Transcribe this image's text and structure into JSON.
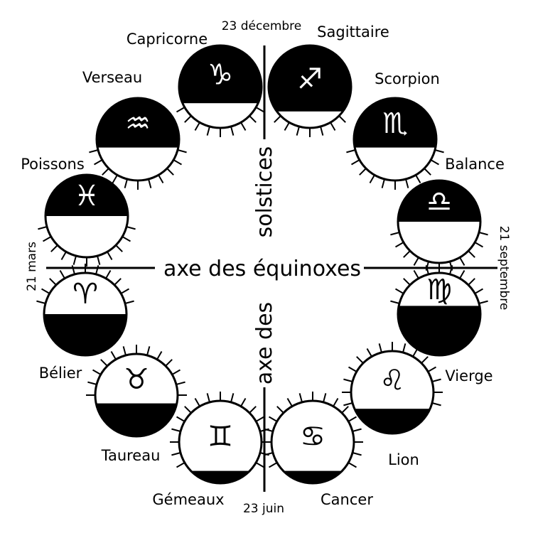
{
  "axes": {
    "equinox_label": "axe des équinoxes",
    "solstice_upper": "solstices",
    "solstice_lower": "axe des"
  },
  "dates": {
    "december": "23 décembre",
    "june": "23 juin",
    "march": "21 mars",
    "september": "21 septembre"
  },
  "signs": [
    {
      "name": "Capricorne",
      "symbol": "♑",
      "dark_fraction": 0.7,
      "top_dark": true
    },
    {
      "name": "Sagittaire",
      "symbol": "♐",
      "dark_fraction": 0.8,
      "top_dark": true
    },
    {
      "name": "Scorpion",
      "symbol": "♏",
      "dark_fraction": 0.6,
      "top_dark": true
    },
    {
      "name": "Balance",
      "symbol": "♎",
      "dark_fraction": 0.5,
      "top_dark": true
    },
    {
      "name": "Vierge",
      "symbol": "♍",
      "dark_fraction": 0.6,
      "top_dark": false
    },
    {
      "name": "Lion",
      "symbol": "♌",
      "dark_fraction": 0.3,
      "top_dark": false
    },
    {
      "name": "Cancer",
      "symbol": "♋",
      "dark_fraction": 0.15,
      "top_dark": false
    },
    {
      "name": "Gémeaux",
      "symbol": "♊",
      "dark_fraction": 0.15,
      "top_dark": false
    },
    {
      "name": "Taureau",
      "symbol": "♉",
      "dark_fraction": 0.4,
      "top_dark": false
    },
    {
      "name": "Bélier",
      "symbol": "♈",
      "dark_fraction": 0.5,
      "top_dark": false
    },
    {
      "name": "Poissons",
      "symbol": "♓",
      "dark_fraction": 0.5,
      "top_dark": true
    },
    {
      "name": "Verseau",
      "symbol": "♒",
      "dark_fraction": 0.6,
      "top_dark": true
    }
  ]
}
